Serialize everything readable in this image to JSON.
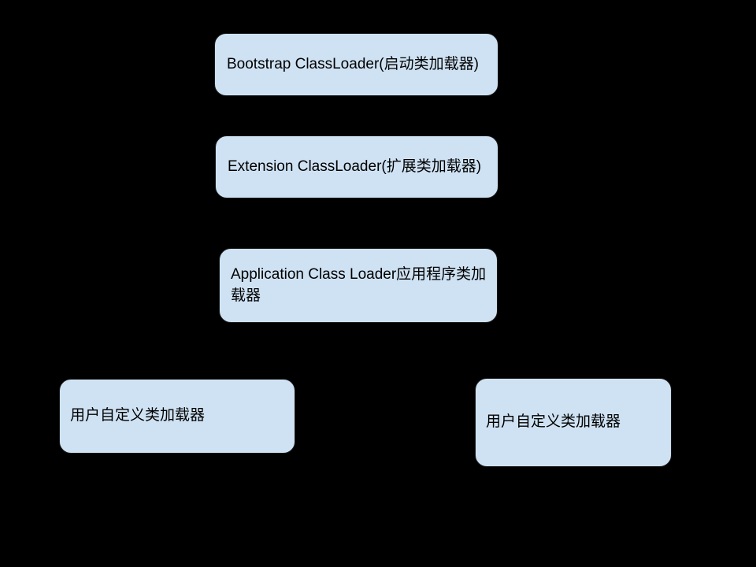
{
  "canvas": {
    "background_color": "#000000"
  },
  "diagram": {
    "type": "hierarchy",
    "node_fill_color": "#cfe2f3",
    "node_text_color": "#000000",
    "nodes": [
      {
        "id": "bootstrap",
        "label": "Bootstrap ClassLoader(启动类加载器)"
      },
      {
        "id": "extension",
        "label": "Extension ClassLoader(扩展类加载器)"
      },
      {
        "id": "application",
        "label": "Application Class Loader应用程序类加\n载器"
      },
      {
        "id": "custom-left",
        "label": "用户自定义类加载器"
      },
      {
        "id": "custom-right",
        "label": "用户自定义类加载器"
      }
    ]
  }
}
